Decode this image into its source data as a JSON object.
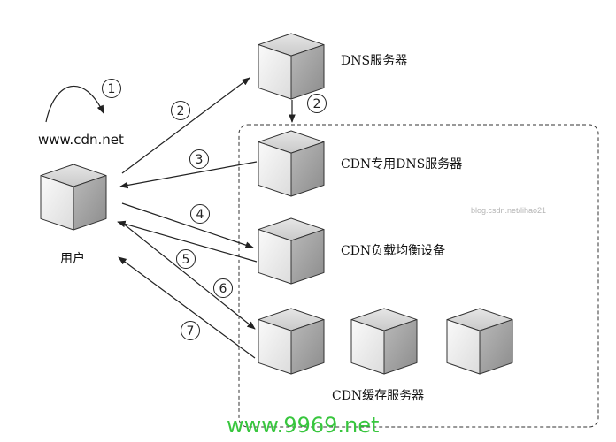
{
  "labels": {
    "user": "用户",
    "url": "www.cdn.net",
    "dns_server": "DNS服务器",
    "cdn_dns_server": "CDN专用DNS服务器",
    "cdn_load_balancer": "CDN负载均衡设备",
    "cdn_cache_servers": "CDN缓存服务器"
  },
  "steps": [
    "1",
    "2",
    "2",
    "3",
    "4",
    "5",
    "6",
    "7"
  ],
  "watermarks": {
    "blog": "blog.csdn.net/lihao21",
    "site": "www.9969.net"
  },
  "colors": {
    "cube_top": "#d8d8d8",
    "cube_left": "#f4f4f4",
    "cube_right": "#a9a9a9",
    "edge": "#333333",
    "watermark_green": "#38c63e"
  }
}
